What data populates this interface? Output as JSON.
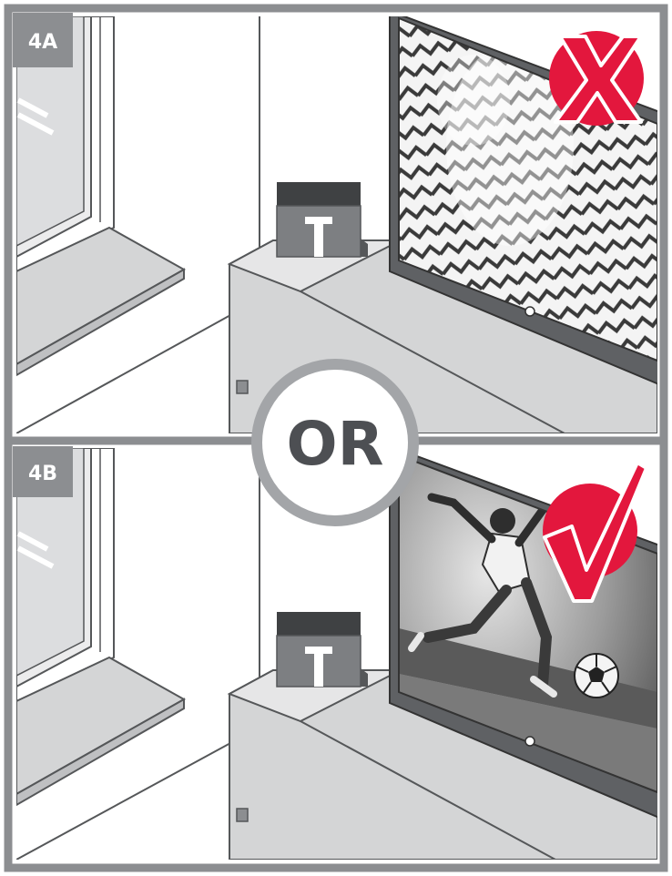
{
  "panels": [
    {
      "label": "4A",
      "screen_state": "interference",
      "verdict": "incorrect",
      "verdict_icon": "x-mark-icon"
    },
    {
      "label": "4B",
      "screen_state": "clear-picture",
      "verdict": "correct",
      "verdict_icon": "check-mark-icon"
    }
  ],
  "separator": {
    "text": "OR"
  },
  "colors": {
    "frame": "#8c8e91",
    "wall": "#ffffff",
    "outline": "#555759",
    "furniture": "#d4d5d6",
    "device_top": "#3f4143",
    "device_body": "#7d7f82",
    "tv_bezel": "#5f6164",
    "accent_red": "#e3173d",
    "or_ring": "#a3a5a8",
    "or_text": "#4d4f53"
  }
}
